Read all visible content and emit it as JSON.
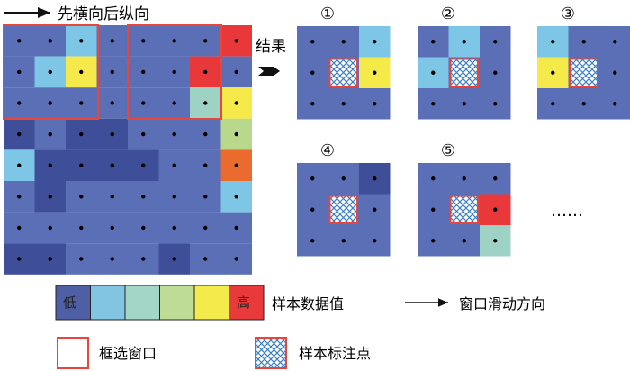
{
  "header": {
    "order_label": "先横向后纵向",
    "result_label": "结果"
  },
  "palette": {
    "low": "#3F4E98",
    "mid_low": "#5A6FB6",
    "sky": "#7EC6E6",
    "teal": "#9ED2C5",
    "pale_green": "#B8D98B",
    "yellow": "#F5EA4A",
    "orange": "#EB6A2E",
    "high": "#E8383A",
    "frame_red": "#E8463A"
  },
  "main_grid": {
    "rows": 8,
    "cols": 8,
    "cells": [
      [
        "mid",
        "mid",
        "sky",
        "mid",
        "mid",
        "mid",
        "mid",
        "high"
      ],
      [
        "mid",
        "sky",
        "yellow",
        "mid",
        "mid",
        "mid",
        "high",
        "mid"
      ],
      [
        "mid",
        "mid",
        "mid",
        "mid",
        "mid",
        "mid",
        "teal",
        "yellow"
      ],
      [
        "dark",
        "mid",
        "dark",
        "dark",
        "mid",
        "mid",
        "mid",
        "palegreen"
      ],
      [
        "sky",
        "dark",
        "dark",
        "dark",
        "dark",
        "mid",
        "mid",
        "orange"
      ],
      [
        "mid",
        "dark",
        "mid",
        "mid",
        "mid",
        "mid",
        "mid",
        "sky"
      ],
      [
        "mid",
        "mid",
        "mid",
        "mid",
        "mid",
        "mid",
        "mid",
        "mid"
      ],
      [
        "dark",
        "dark",
        "mid",
        "mid",
        "mid",
        "dark",
        "mid",
        "mid"
      ]
    ]
  },
  "results": [
    {
      "label": "①",
      "cells": [
        [
          "mid",
          "mid",
          "sky"
        ],
        [
          "mid",
          "center",
          "yellow"
        ],
        [
          "mid",
          "mid",
          "mid"
        ]
      ]
    },
    {
      "label": "②",
      "cells": [
        [
          "mid",
          "sky",
          "mid"
        ],
        [
          "sky",
          "center",
          "mid"
        ],
        [
          "mid",
          "mid",
          "mid"
        ]
      ]
    },
    {
      "label": "③",
      "cells": [
        [
          "sky",
          "mid",
          "mid"
        ],
        [
          "yellow",
          "center",
          "mid"
        ],
        [
          "mid",
          "mid",
          "mid"
        ]
      ]
    },
    {
      "label": "④",
      "cells": [
        [
          "mid",
          "mid",
          "dark"
        ],
        [
          "mid",
          "center",
          "mid"
        ],
        [
          "mid",
          "mid",
          "mid"
        ]
      ]
    },
    {
      "label": "⑤",
      "cells": [
        [
          "mid",
          "mid",
          "mid"
        ],
        [
          "mid",
          "center",
          "high"
        ],
        [
          "mid",
          "mid",
          "teal"
        ]
      ]
    }
  ],
  "ellipsis": "……",
  "legend": {
    "low_label": "低",
    "high_label": "高",
    "value_label": "样本数据值",
    "direction_label": "窗口滑动方向",
    "frame_label": "框选窗口",
    "sample_label": "样本标注点",
    "scale_colors": [
      "#4F5FA6",
      "#82C5E3",
      "#A4D6C7",
      "#BEDC96",
      "#F2EB4B",
      "#E83A3A"
    ]
  }
}
